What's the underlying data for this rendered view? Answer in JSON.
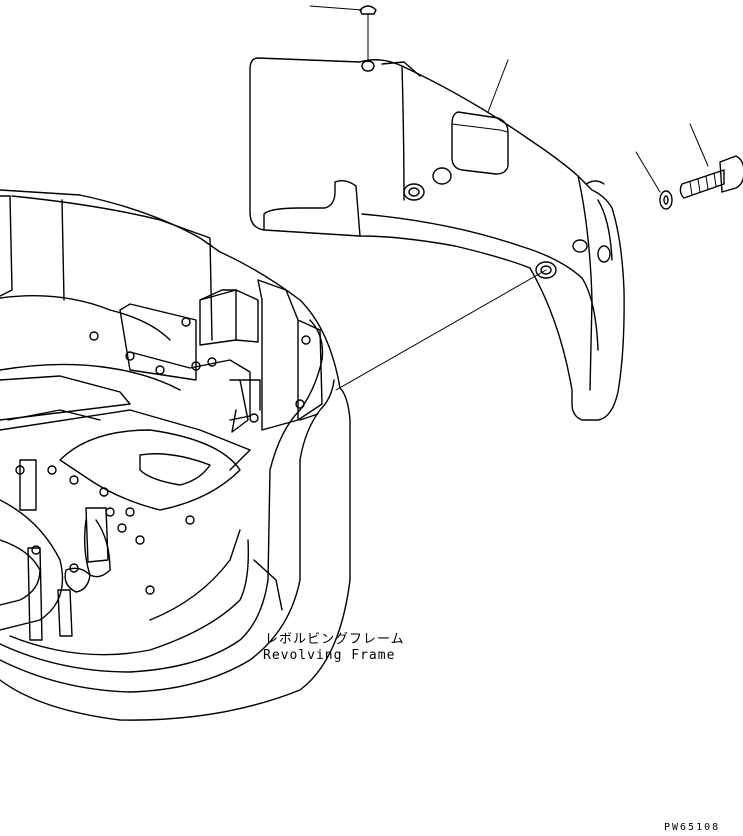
{
  "labels": {
    "japanese": "レボルビングフレーム",
    "english": "Revolving Frame"
  },
  "drawing_code": "PW65108",
  "colors": {
    "line": "#000000",
    "background": "#ffffff"
  }
}
